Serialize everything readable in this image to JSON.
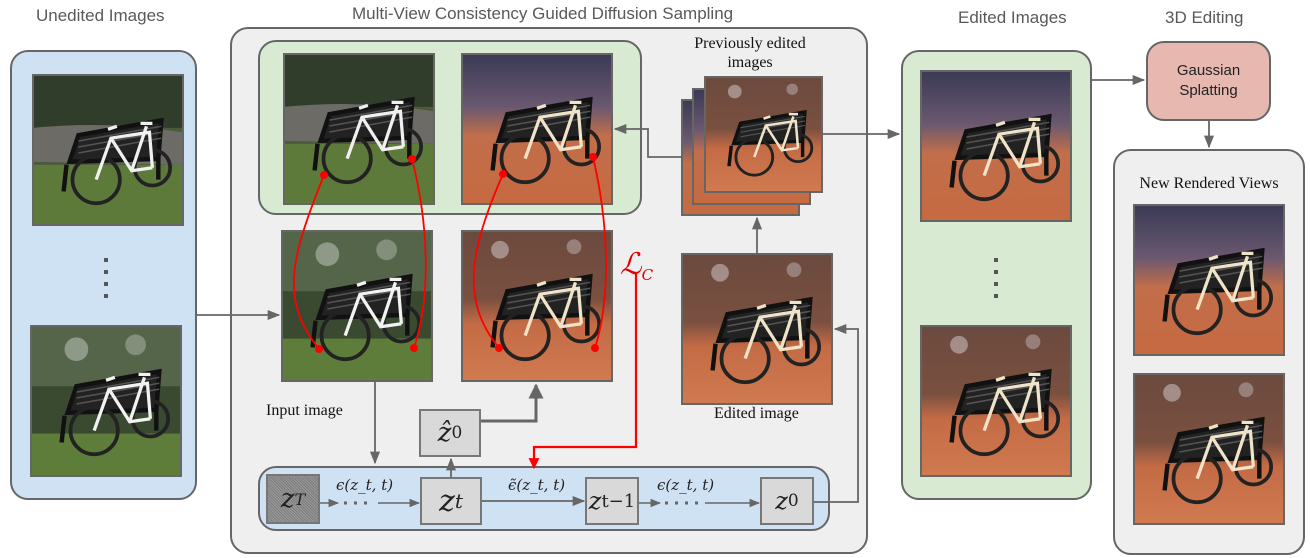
{
  "sections": {
    "unedited_title": "Unedited Images",
    "sampling_title": "Multi-View Consistency Guided Diffusion Sampling",
    "edited_title": "Edited Images",
    "editing3d_title": "3D Editing"
  },
  "labels": {
    "previously_edited": "Previously edited images",
    "input_image": "Input image",
    "edited_image": "Edited image",
    "new_rendered_views": "New Rendered Views",
    "gaussian_splatting": "Gaussian Splatting",
    "consistency_loss": "ℒ",
    "consistency_loss_sub": "C"
  },
  "latents": {
    "z_T": {
      "base": "z",
      "sub": "T"
    },
    "z_t": {
      "base": "z",
      "sub": "t"
    },
    "z_t_minus_1": {
      "base": "z",
      "sub": "t−1"
    },
    "z_0": {
      "base": "z",
      "sub": "0"
    },
    "z0_hat": {
      "base": "ẑ",
      "sub": "0"
    }
  },
  "edges": {
    "eps_first": "ϵ(z_t, t)",
    "eps_guided": "ϵ̃(z_t, t)",
    "eps_last": "ϵ(z_t, t)"
  },
  "ellipsis": "⋮",
  "colors": {
    "blue_panel": "#cfe2f3",
    "green_panel": "#d9ead3",
    "gray_panel": "#efefef",
    "pink_box": "#e6b8af",
    "correspondence": "#ff0000",
    "arrow": "#666666"
  }
}
